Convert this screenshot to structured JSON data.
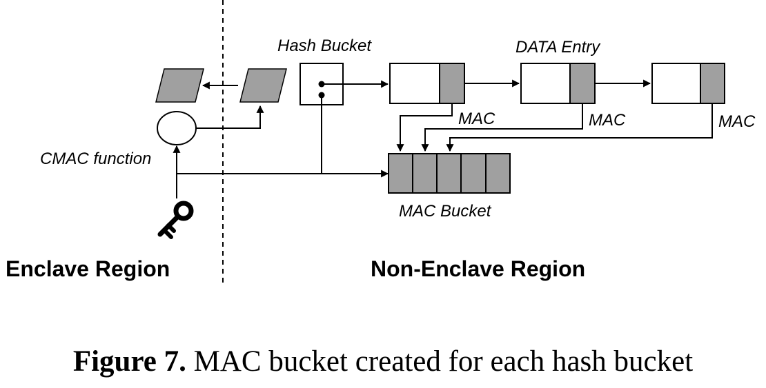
{
  "labels": {
    "hash_bucket": "Hash Bucket",
    "data_entry": "DATA Entry",
    "mac_1": "MAC",
    "mac_2": "MAC",
    "mac_3": "MAC",
    "cmac_function": "CMAC function",
    "mac_bucket": "MAC Bucket",
    "enclave_region": "Enclave Region",
    "non_enclave_region": "Non-Enclave Region"
  },
  "caption": {
    "figure_label": "Figure 7.",
    "text": " MAC bucket created for each hash bucket"
  },
  "colors": {
    "fill_gray": "#a0a0a0",
    "stroke": "#000000"
  }
}
